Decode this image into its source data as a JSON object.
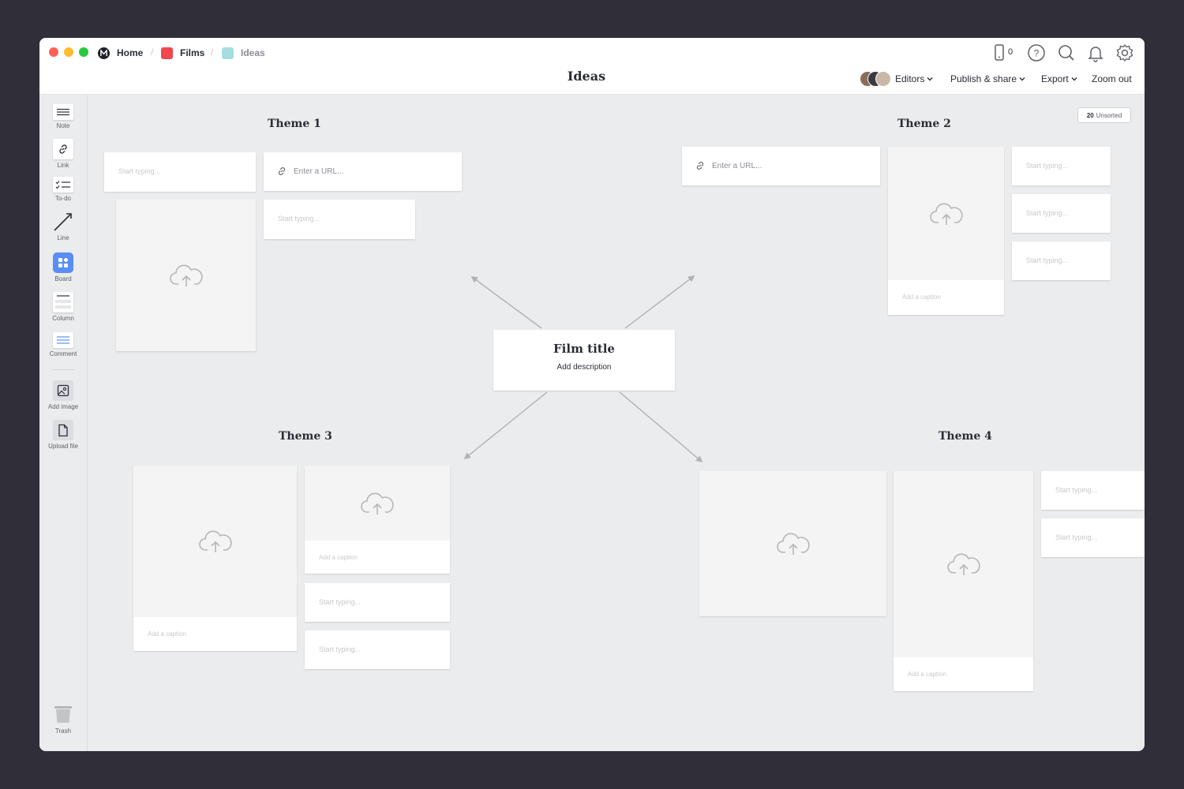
{
  "breadcrumbs": [
    {
      "label": "Home",
      "color": "#1e2028"
    },
    {
      "label": "Films",
      "color": "#f0474f"
    },
    {
      "label": "Ideas",
      "color": "#a6dde0"
    }
  ],
  "board_title": "Ideas",
  "device_count": "0",
  "menus": {
    "editors": "Editors",
    "publish": "Publish & share",
    "export": "Export",
    "zoom": "Zoom out"
  },
  "tools": [
    {
      "label": "Note",
      "icon": "note-icon"
    },
    {
      "label": "Link",
      "icon": "link-icon"
    },
    {
      "label": "To-do",
      "icon": "todo-icon"
    },
    {
      "label": "Line",
      "icon": "line-icon"
    },
    {
      "label": "Board",
      "icon": "board-icon"
    },
    {
      "label": "Column",
      "icon": "column-icon"
    },
    {
      "label": "Comment",
      "icon": "comment-icon"
    },
    {
      "label": "Add image",
      "icon": "image-icon"
    },
    {
      "label": "Upload file",
      "icon": "file-icon"
    },
    {
      "label": "Trash",
      "icon": "trash-icon"
    }
  ],
  "unsorted": {
    "count": "20",
    "label": "Unsorted"
  },
  "center": {
    "title": "Film title",
    "description": "Add description"
  },
  "themes": [
    "Theme 1",
    "Theme 2",
    "Theme 3",
    "Theme 4"
  ],
  "placeholders": {
    "note": "Start typing...",
    "url": "Enter a URL...",
    "caption": "Add a caption"
  },
  "colors": {
    "accent": "#5a8ef5",
    "window_bg": "#2f2e39",
    "canvas_bg": "#ebeced"
  }
}
